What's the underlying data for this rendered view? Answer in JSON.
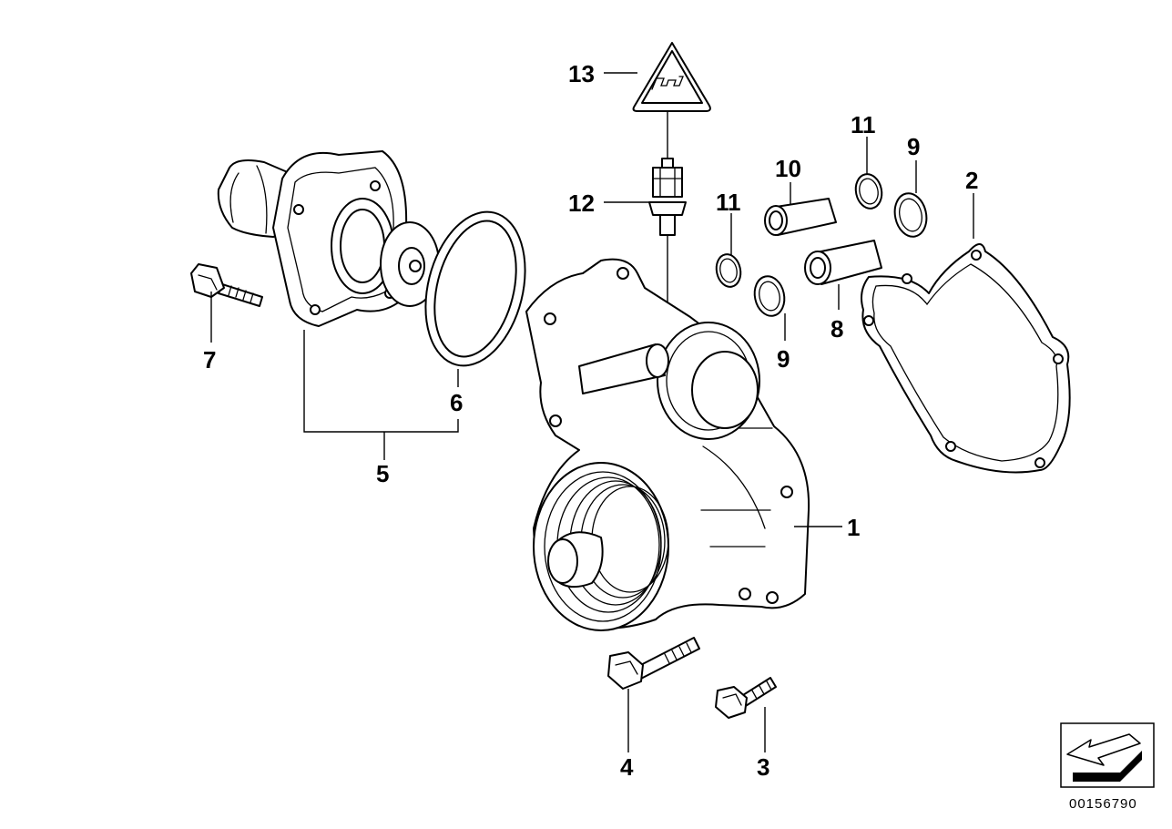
{
  "callouts": {
    "c1": "1",
    "c2": "2",
    "c3": "3",
    "c4": "4",
    "c5": "5",
    "c6": "6",
    "c7": "7",
    "c8": "8",
    "c9a": "9",
    "c9b": "9",
    "c10": "10",
    "c11a": "11",
    "c11b": "11",
    "c12": "12",
    "c13": "13"
  },
  "reference_number": "00156790",
  "icons": {
    "warning": "warning-triangle-icon",
    "orientation": "orientation-arrow-icon"
  },
  "colors": {
    "line": "#000000",
    "background": "#ffffff"
  }
}
